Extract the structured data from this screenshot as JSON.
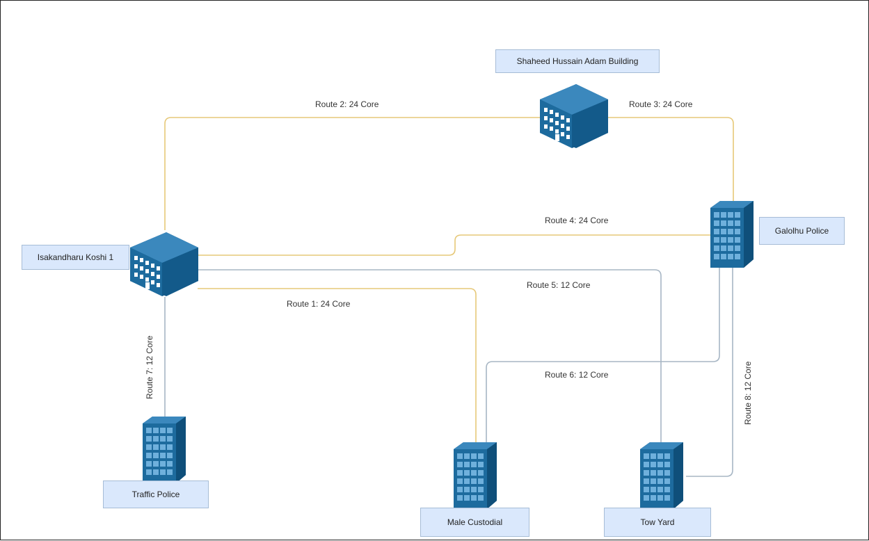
{
  "colors": {
    "fiber_24_core": "#e6c878",
    "fiber_12_core": "#a7b6c4",
    "building_dark": "#135a8a",
    "building_mid": "#1d6b9e",
    "building_light": "#3b88bd",
    "label_fill": "#dae8fc",
    "label_border": "#a6bcd6"
  },
  "nodes": {
    "shaheed": {
      "label": "Shaheed Hussain Adam Building",
      "icon": "office-building-icon"
    },
    "isakandharu": {
      "label": "Isakandharu Koshi 1",
      "icon": "office-building-icon"
    },
    "galolhu": {
      "label": "Galolhu Police",
      "icon": "tower-building-icon"
    },
    "traffic": {
      "label": "Traffic Police",
      "icon": "tower-building-icon"
    },
    "male_custodial": {
      "label": "Male Custodial",
      "icon": "tower-building-icon"
    },
    "tow_yard": {
      "label": "Tow Yard",
      "icon": "tower-building-icon"
    }
  },
  "routes": {
    "route1": {
      "label": "Route 1: 24 Core",
      "from": "Isakandharu Koshi 1",
      "to": "Male Custodial"
    },
    "route2": {
      "label": "Route 2: 24 Core",
      "from": "Isakandharu Koshi 1",
      "to": "Shaheed Hussain Adam Building"
    },
    "route3": {
      "label": "Route 3: 24 Core",
      "from": "Shaheed Hussain Adam Building",
      "to": "Galolhu Police"
    },
    "route4": {
      "label": "Route 4: 24 Core",
      "from": "Isakandharu Koshi 1",
      "to": "Galolhu Police"
    },
    "route5": {
      "label": "Route 5: 12 Core",
      "from": "Isakandharu Koshi 1",
      "to": "Tow Yard"
    },
    "route6": {
      "label": "Route 6: 12 Core",
      "from": "Galolhu Police",
      "to": "Male Custodial"
    },
    "route7": {
      "label": "Route 7: 12 Core",
      "from": "Isakandharu Koshi 1",
      "to": "Traffic Police"
    },
    "route8": {
      "label": "Route 8: 12 Core",
      "from": "Galolhu Police",
      "to": "Tow Yard"
    }
  }
}
